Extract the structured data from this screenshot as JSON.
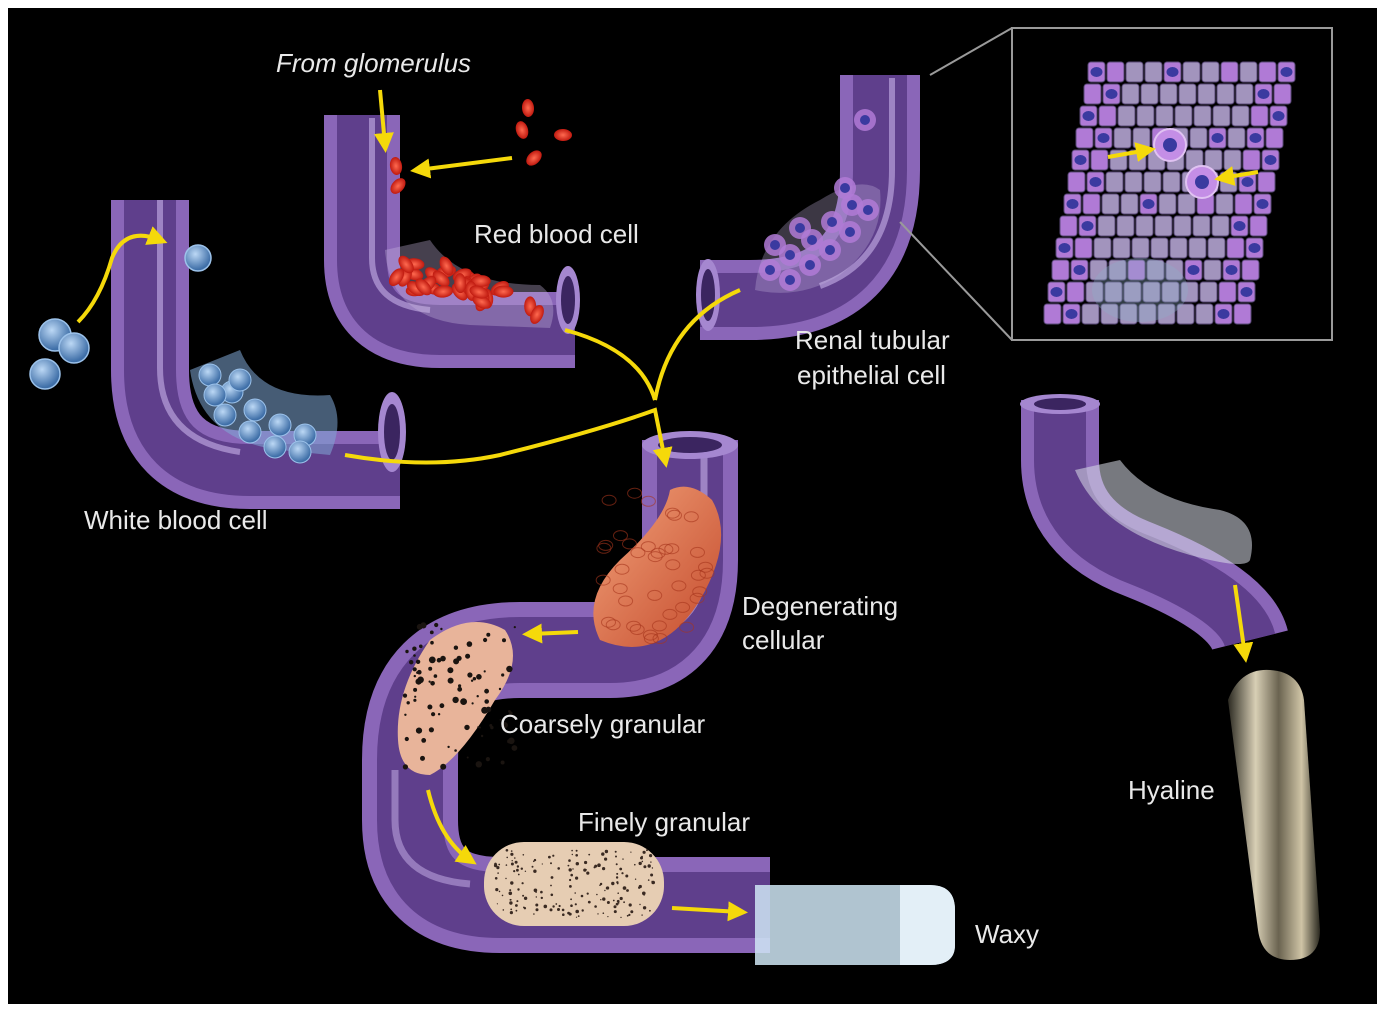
{
  "labels": {
    "from_glomerulus": "From glomerulus",
    "red_blood_cell": "Red blood cell",
    "renal_tubular_line1": "Renal tubular",
    "renal_tubular_line2": "epithelial cell",
    "white_blood_cell": "White blood cell",
    "degenerating_line1": "Degenerating",
    "degenerating_line2": "cellular",
    "coarsely_granular": "Coarsely granular",
    "finely_granular": "Finely granular",
    "waxy": "Waxy",
    "hyaline": "Hyaline"
  },
  "colors": {
    "background": "#000000",
    "tubule_wall": "#8a66b8",
    "tubule_inner": "#5f3f8c",
    "arrow": "#f5d90a",
    "label_text": "#e9e9e9",
    "rbc": "#e03020",
    "wbc": "#5b8fc9",
    "epithelial": "#b07ad6",
    "nucleus": "#3a3aa0",
    "degenerating_cast": "#d9603a",
    "coarse_cast": "#e8b49a",
    "fine_cast": "#e6cdb3",
    "waxy_cast": "#cfe6f5",
    "hyaline_cast": "#b9a88a"
  }
}
